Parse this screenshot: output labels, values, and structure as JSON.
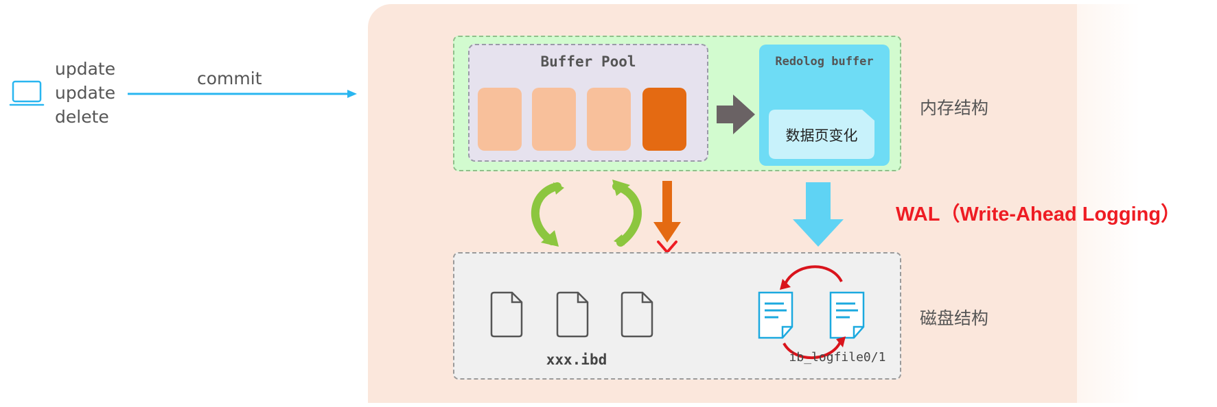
{
  "client": {
    "statements": [
      "update",
      "update",
      "delete"
    ],
    "arrow_label": "commit"
  },
  "memory": {
    "section_label": "内存结构",
    "buffer_pool": {
      "title": "Buffer Pool",
      "pages": [
        {
          "dirty": false
        },
        {
          "dirty": false
        },
        {
          "dirty": false
        },
        {
          "dirty": true
        }
      ]
    },
    "redolog_buffer": {
      "title": "Redolog buffer",
      "content": "数据页变化"
    }
  },
  "disk": {
    "section_label": "磁盘结构",
    "data_files_label": "xxx.ibd",
    "log_files_label": "ib_logfile0/1"
  },
  "wal_label": "WAL（Write-Ahead Logging）",
  "colors": {
    "panel_bg": "#fbe7dc",
    "memory_bg": "#d2fbcf",
    "redolog_bg": "#6edcf5",
    "page_clean": "#f8c09b",
    "page_dirty": "#e46a12",
    "commit_arrow": "#29b6f0",
    "wal_text": "#ee1c23",
    "sync_arrows": "#8cc63f",
    "flush_arrow": "#e46a12",
    "blocked_mark": "#ee1c23",
    "logfile_icon": "#1ba9df",
    "logfile_cycle": "#d9141c"
  }
}
